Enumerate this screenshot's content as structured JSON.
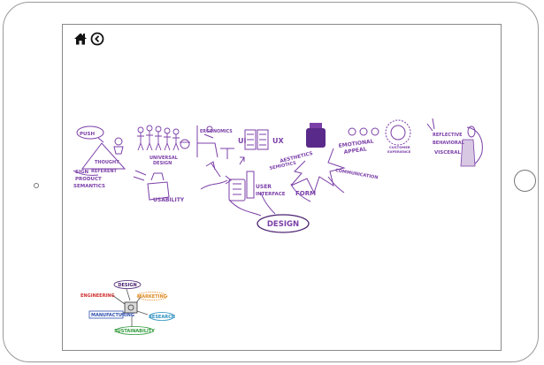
{
  "nav": {
    "home_icon": "home-icon",
    "back_icon": "back-circle-icon"
  },
  "colors": {
    "ink": "#7b3fa8",
    "ink_dark": "#4a2070",
    "frame": "#8a8a8a",
    "engineering": "#d03030",
    "marketing": "#e08a20",
    "manufacturing": "#3050b0",
    "research": "#2a8fc0",
    "sustainability": "#2f9a3a"
  },
  "sketch": {
    "push": "PUSH",
    "thought": "THOUGHT",
    "sign": "SIGN",
    "referent": "REFERENT",
    "product": "PRODUCT",
    "semantics": "SEMANTICS",
    "universal": "UNIVERSAL",
    "design_small": "DESIGN",
    "usability": "USABILITY",
    "ergonomics": "ERGONOMICS",
    "ui": "UI",
    "ux": "UX",
    "user": "USER",
    "interface": "INTERFACE",
    "aesthetics": "AESTHETICS",
    "semiotics": "SEMIOTICS",
    "form": "FORM",
    "emotional": "EMOTIONAL",
    "appeal": "APPEAL",
    "communication": "COMMUNICATION",
    "customer": "CUSTOMER",
    "experience": "EXPERIENCE",
    "reflective": "REFLECTIVE",
    "behavioral": "BEHAVIORAL",
    "visceral": "VISCERAL",
    "design_main": "DESIGN"
  },
  "mini_map": {
    "design": "DESIGN",
    "engineering": "ENGINEERING",
    "marketing": "MARKETING",
    "manufacturing": "MANUFACTURING",
    "research": "RESEARCH",
    "sustainability": "SUSTAINABILITY"
  }
}
